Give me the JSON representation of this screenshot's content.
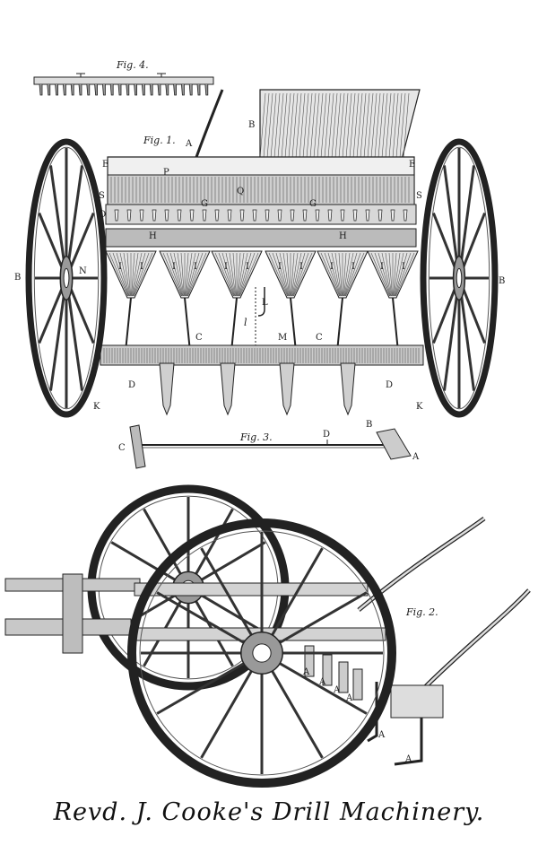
{
  "caption": "Revd. J. Cooke's Drill Machinery.",
  "figures": {
    "fig1": "Fig. 1.",
    "fig2": "Fig. 2.",
    "fig3": "Fig. 3.",
    "fig4": "Fig. 4."
  },
  "labels": {
    "A": "A",
    "B": "B",
    "C": "C",
    "D": "D",
    "E": "E",
    "G": "G",
    "H": "H",
    "I": "I",
    "K": "K",
    "L": "L",
    "M": "M",
    "N": "N",
    "O": "O",
    "P": "P",
    "Q": "Q",
    "S": "S",
    "l": "l"
  },
  "colors": {
    "ink": "#222222",
    "paper": "#ffffff",
    "shade": "#888888"
  }
}
